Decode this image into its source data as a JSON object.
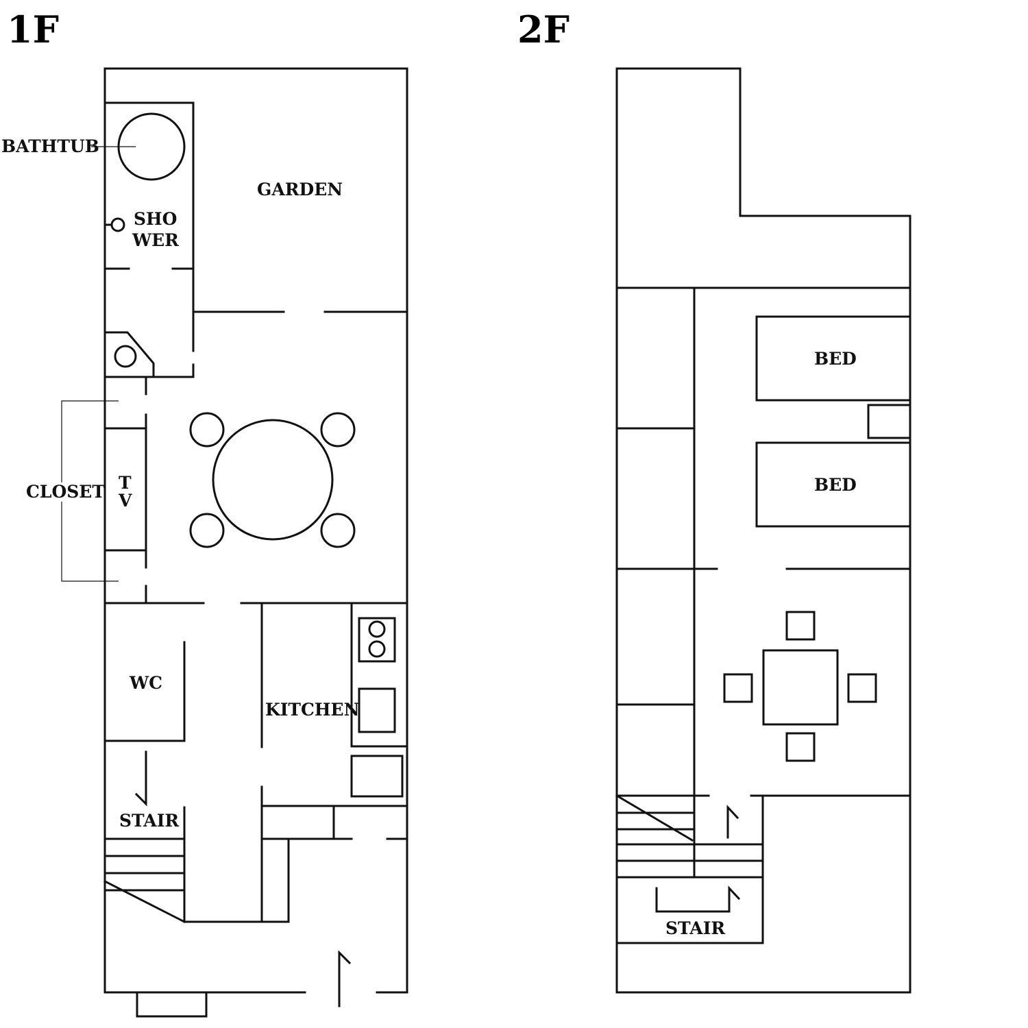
{
  "floor_1": {
    "title": "1F",
    "labels": {
      "bathtub": "BATHTUB",
      "shower_1": "SHO",
      "shower_2": "WER",
      "garden": "GARDEN",
      "closet": "CLOSET",
      "tv_1": "T",
      "tv_2": "V",
      "wc": "WC",
      "kitchen": "KITCHEN",
      "stair": "STAIR"
    }
  },
  "floor_2": {
    "title": "2F",
    "labels": {
      "bed_1": "BED",
      "bed_2": "BED",
      "stair": "STAIR"
    }
  },
  "colors": {
    "line": "#111111",
    "background": "#ffffff"
  }
}
